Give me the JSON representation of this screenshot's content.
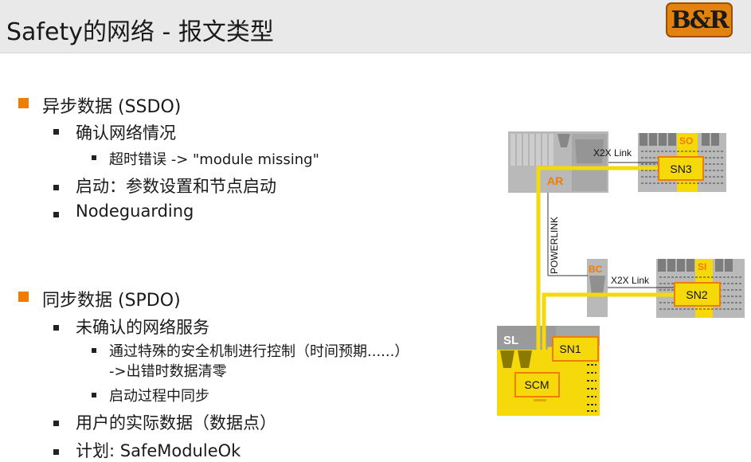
{
  "slide": {
    "title": "Safety的网络 - 报文类型",
    "logo_text": "B&R"
  },
  "content": {
    "section1": {
      "heading": "异步数据 (SSDO)",
      "item1": "确认网络情况",
      "item1_sub1": "超时错误 -> \"module missing\"",
      "item2": "启动：参数设置和节点启动",
      "item3": "Nodeguarding"
    },
    "section2": {
      "heading": "同步数据 (SPDO)",
      "item1": "未确认的网络服务",
      "item1_sub1_line1": "通过特殊的安全机制进行控制（时间预期......）",
      "item1_sub1_line2": "->出错时数据清零",
      "item1_sub2": "启动过程中同步",
      "item2": "用户的实际数据（数据点）",
      "item3": "计划: SafeModuleOk"
    }
  },
  "diagram": {
    "label_ar": "AR",
    "label_bc": "BC",
    "label_sl": "SL",
    "label_so": "SO",
    "label_si": "SI",
    "label_sn1": "SN1",
    "label_sn2": "SN2",
    "label_sn3": "SN3",
    "label_scm": "SCM",
    "label_x2x_top": "X2X Link",
    "label_x2x_mid": "X2X Link",
    "label_powerlink": "POWERLINK",
    "accent_color": "#f07d00",
    "yellow_color": "#f5d90a",
    "module_gray": "#b9b9b9"
  }
}
